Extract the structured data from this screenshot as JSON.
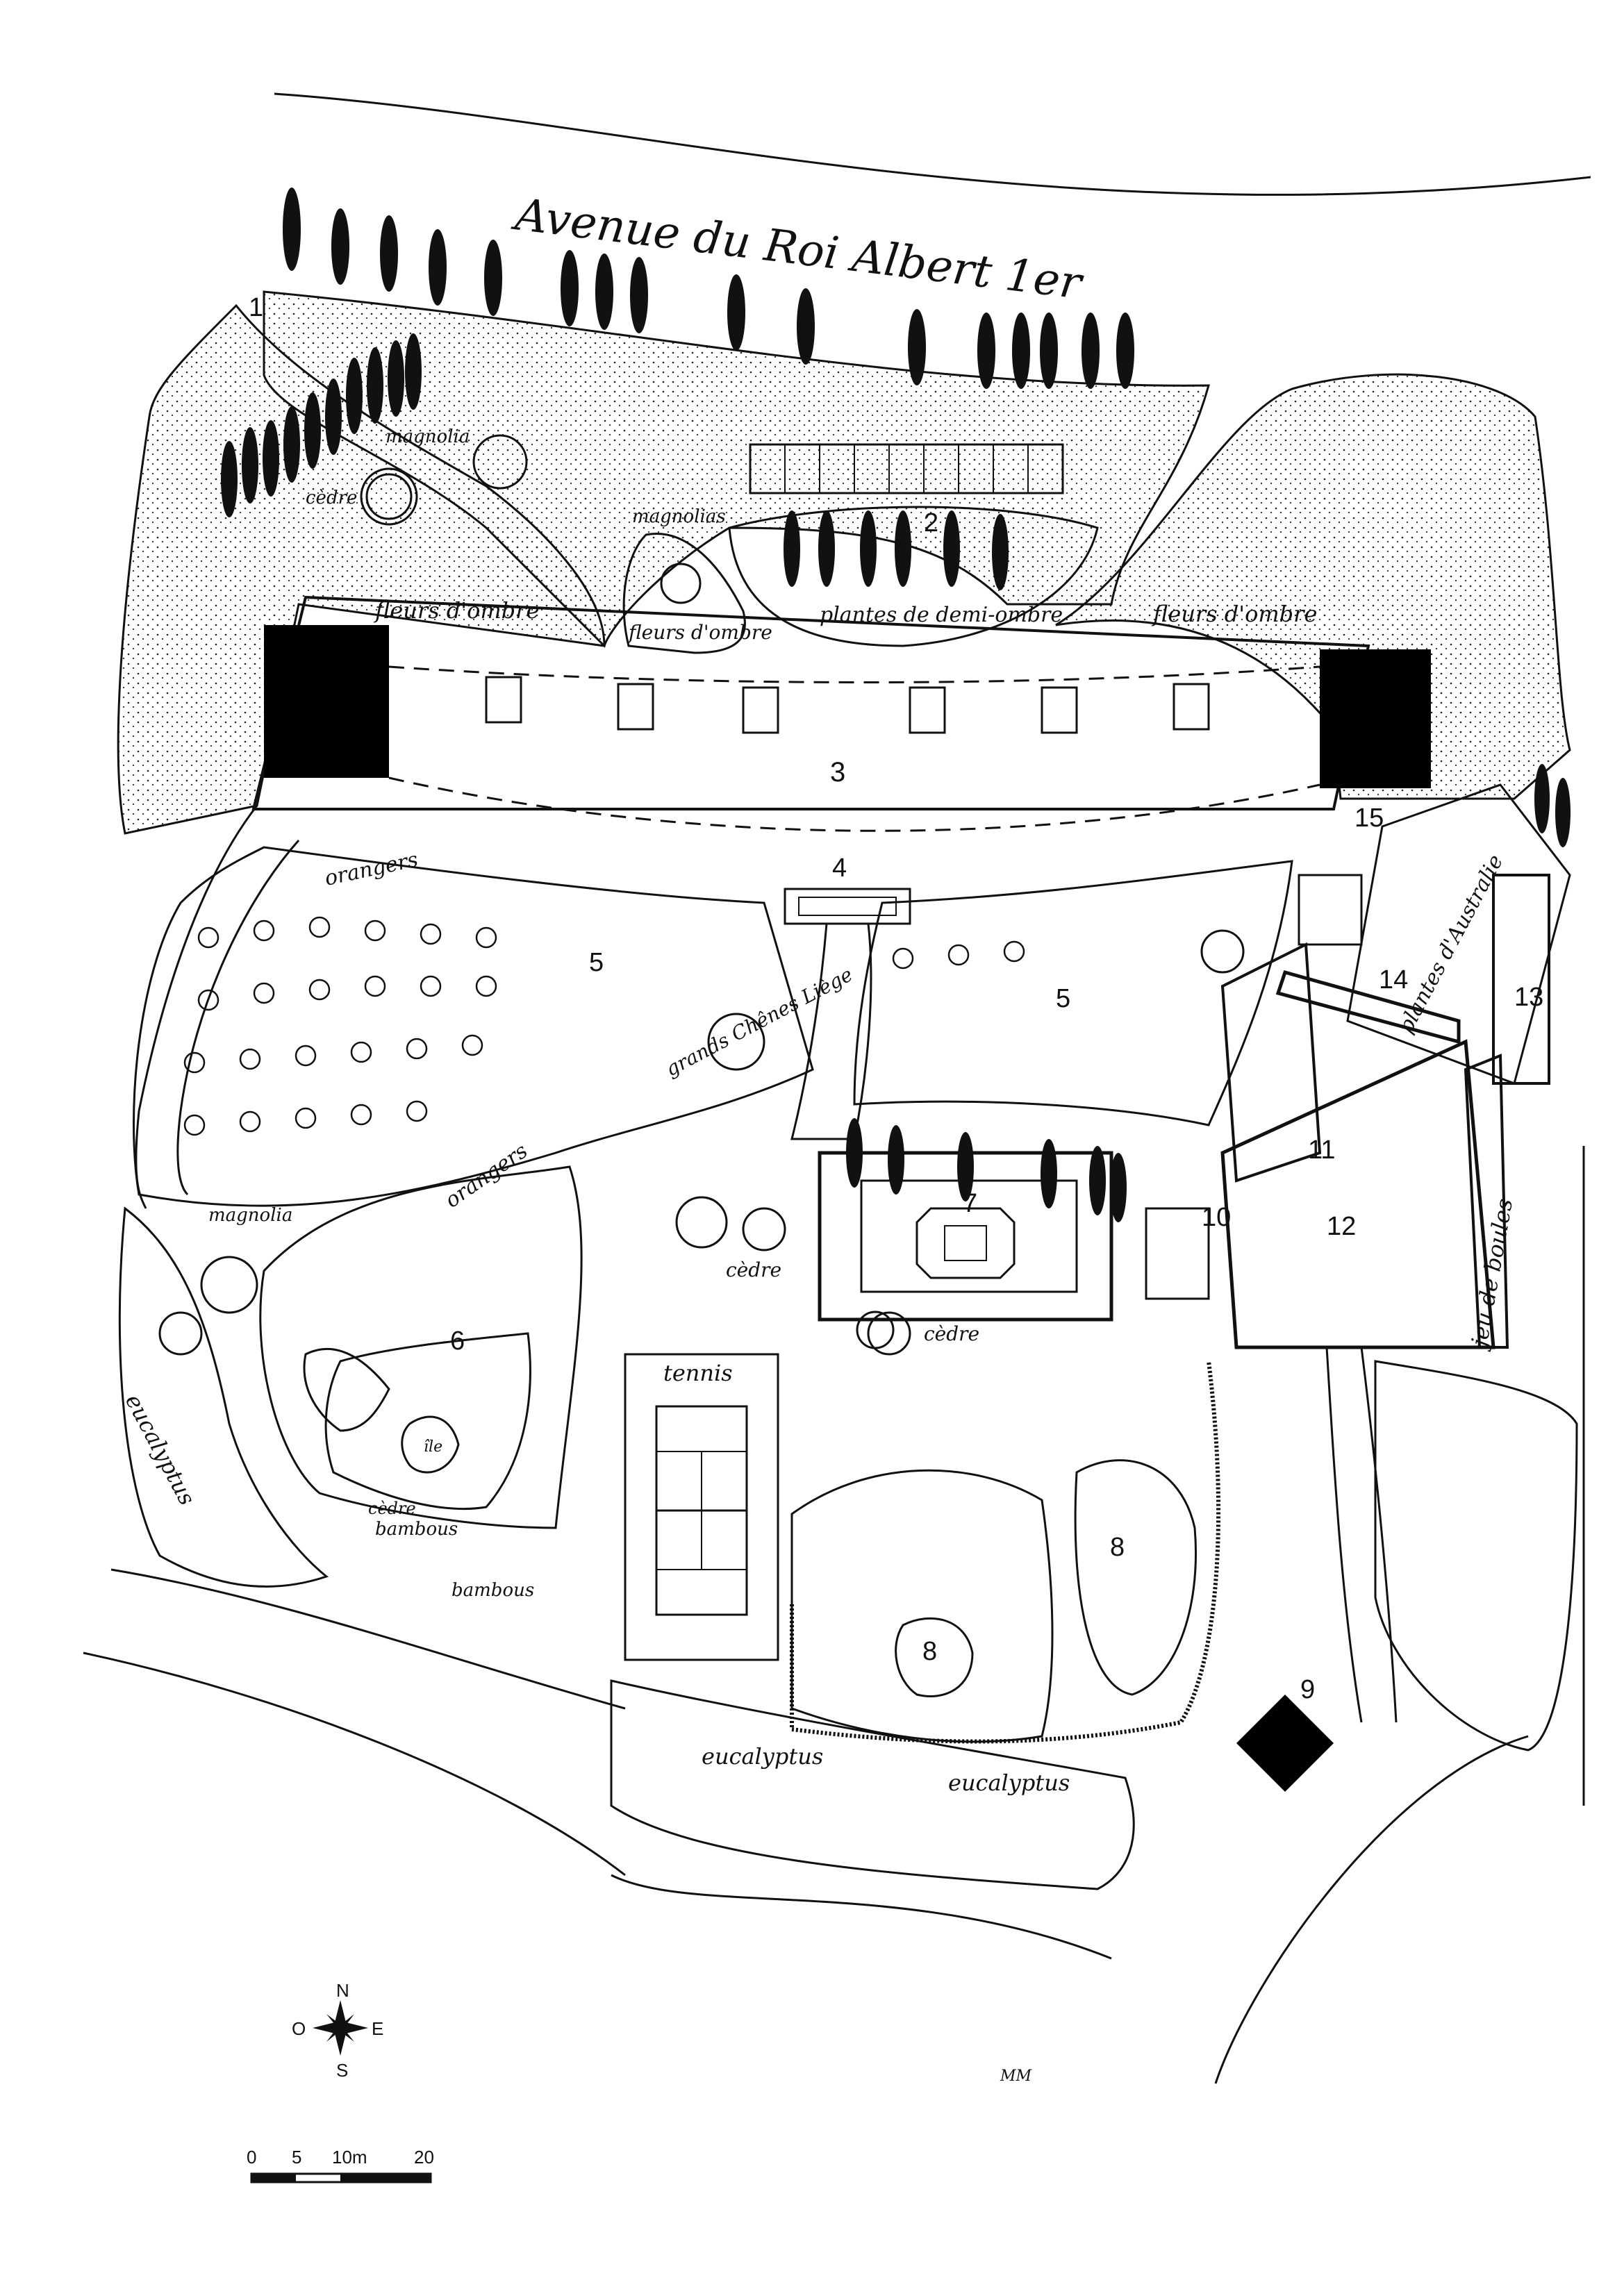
{
  "title": "Avenue du Roi Albert 1er",
  "signature": "MM",
  "zones": {
    "z1": "1",
    "z2": "2",
    "z3": "3",
    "z4": "4",
    "z5a": "5",
    "z5b": "5",
    "z6": "6",
    "z7": "7",
    "z8a": "8",
    "z8b": "8",
    "z9": "9",
    "z10": "10",
    "z11": "11",
    "z12": "12",
    "z13": "13",
    "z14": "14",
    "z15": "15"
  },
  "labels": {
    "magnolia_top": "magnolia",
    "cedre_top": "cèdre",
    "magnolias": "magnolias",
    "fleurs_ombre_left": "fleurs d'ombre",
    "fleurs_ombre_mid": "fleurs d'ombre",
    "fleurs_ombre_right": "fleurs d'ombre",
    "plantes_de_demi_ombre": "plantes de demi-ombre",
    "orangers_1": "orangers",
    "orangers_2": "orangers",
    "grands_chenes_liege": "grands Chênes Liège",
    "magnolia_left": "magnolia",
    "cedre_mid": "cèdre",
    "cedre_lower": "cèdre",
    "cedre_pond": "cèdre",
    "ile": "île",
    "bambous_1": "bambous",
    "bambous_2": "bambous",
    "eucalyptus_left": "eucalyptus",
    "eucalyptus_bottom_1": "eucalyptus",
    "eucalyptus_bottom_2": "eucalyptus",
    "tennis": "tennis",
    "plantes_australie": "plantes d'Australie",
    "jeu_de_boules": "jeu de boules"
  },
  "compass": {
    "n": "N",
    "s": "S",
    "e": "E",
    "o": "O"
  },
  "scale": {
    "t0": "0",
    "t5": "5",
    "t10": "10m",
    "t20": "20"
  }
}
